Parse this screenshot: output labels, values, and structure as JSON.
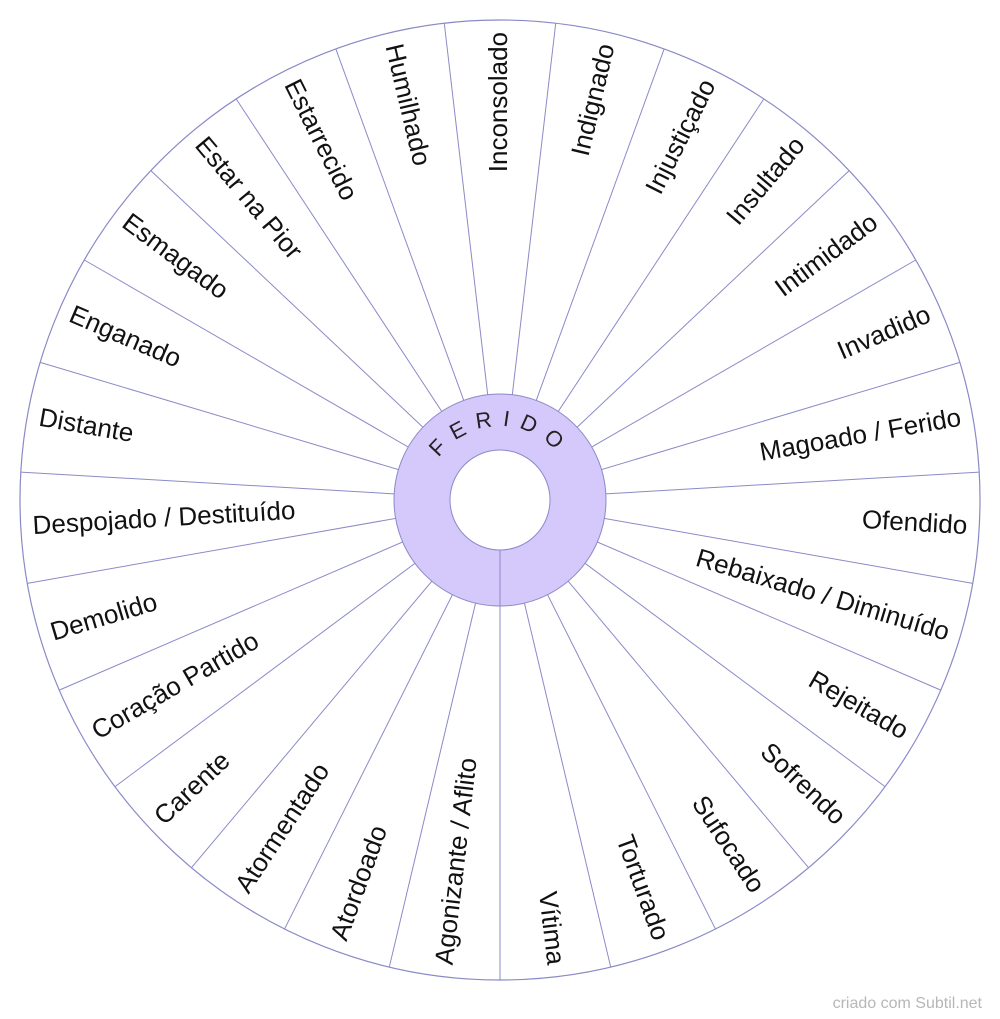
{
  "wheel": {
    "center_label": "FERIDO",
    "colors": {
      "outline": "#8a8ac8",
      "hub_fill": "#d5c8fb",
      "hub_hole": "#ffffff",
      "text": "#111111"
    },
    "words": [
      "Inconsolado",
      "Indignado",
      "Injustiçado",
      "Insultado",
      "Intimidado",
      "Invadido",
      "Magoado / Ferido",
      "Ofendido",
      "Rebaixado / Diminuído",
      "Rejeitado",
      "Sofrendo",
      "Sufocado",
      "Torturado",
      "Vítima",
      "Agonizante / Aflito",
      "Atordoado",
      "Atormentado",
      "Carente",
      "Coração Partido",
      "Demolido",
      "Despojado / Destituído",
      "Distante",
      "Enganado",
      "Esmagado",
      "Estar na Pior",
      "Estarrecido",
      "Humilhado"
    ]
  },
  "footer": {
    "credit": "criado com Subtil.net"
  }
}
